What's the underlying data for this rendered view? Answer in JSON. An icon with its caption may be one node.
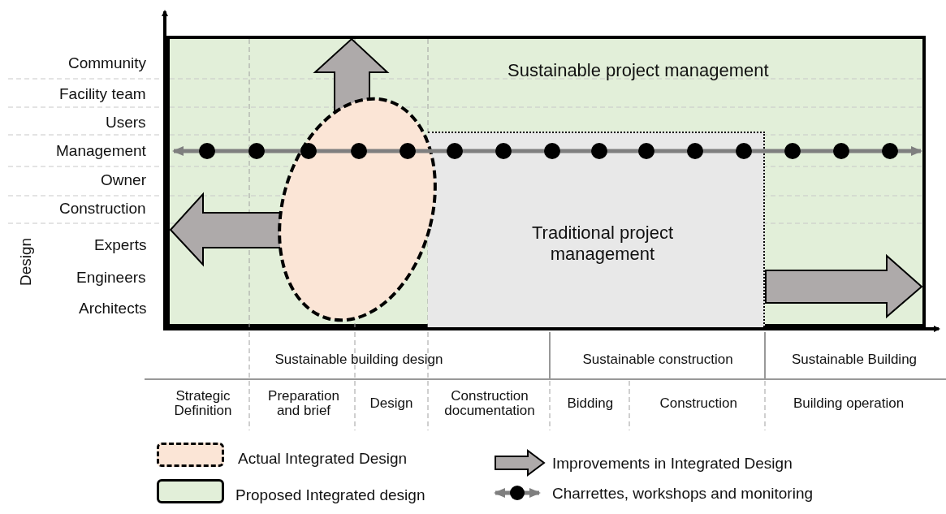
{
  "diagram": {
    "nodes": [
      {
        "text": [
          "Sustainable project management"
        ]
      },
      {
        "text": [
          "Traditional project management"
        ],
        "in": 0
      },
      {
        "text": [],
        "shape": "ellipse",
        "in": 0
      }
    ],
    "edges": [],
    "labels": [
      "Community",
      "Facility team",
      "Users",
      "Management",
      "Owner",
      "Construction",
      "Experts",
      "Engineers",
      "Architects",
      "Design",
      "Sustainable building design",
      "Sustainable construction",
      "Sustainable Building",
      "Strategic Definition",
      "Preparation and brief",
      "Design",
      "Construction documentation",
      "Bidding",
      "Construction",
      "Building operation"
    ],
    "legend": [
      {
        "text": "Actual Integrated Design",
        "color": "#fbe5d6"
      },
      {
        "text": "Proposed Integrated design",
        "color": "#e2efd9"
      },
      {
        "text": "Improvements in Integrated Design"
      },
      {
        "text": "Charrettes, workshops and monitoring"
      }
    ]
  }
}
